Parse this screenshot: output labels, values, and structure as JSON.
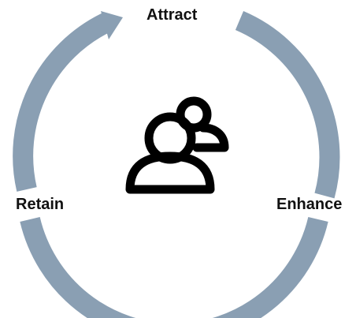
{
  "labels": {
    "attract": "Attract",
    "enhance": "Enhance",
    "retain": "Retain"
  },
  "colors": {
    "ring": "#8A9FB3",
    "icon": "#000000",
    "text": "#111111"
  },
  "icon": "users-group-icon"
}
